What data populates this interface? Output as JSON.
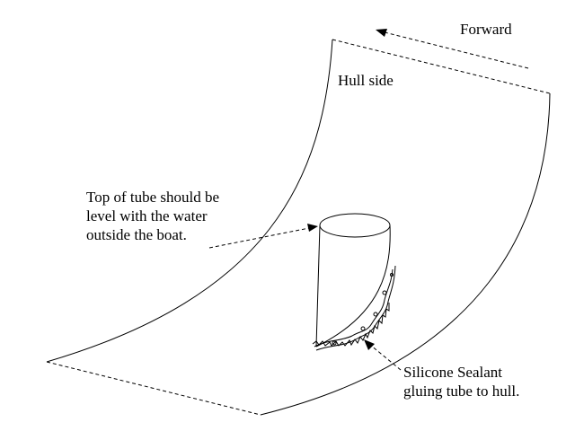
{
  "labels": {
    "forward": "Forward",
    "hull_side": "Hull side",
    "tube_top": "Top of tube should be\nlevel with the water\noutside the boat.",
    "sealant": "Silicone Sealant\ngluing tube to hull."
  },
  "colors": {
    "line": "#000000",
    "background": "#ffffff"
  }
}
